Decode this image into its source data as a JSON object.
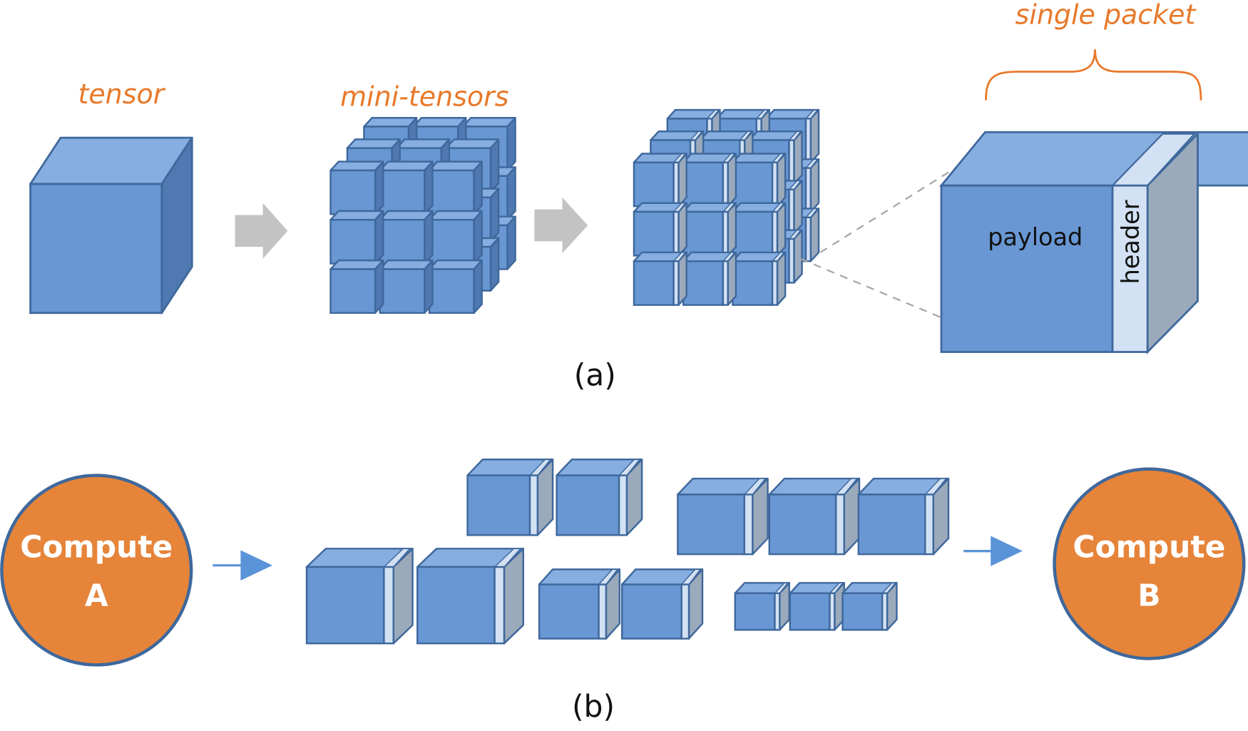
{
  "figure": {
    "panel_a": {
      "caption": "(a)",
      "labels": {
        "tensor": "tensor",
        "mini_tensors": "mini-tensors",
        "single_packet": "single packet"
      },
      "packet": {
        "payload_label": "payload",
        "header_label": "header"
      },
      "arrows": [
        "tensor-to-mini-tensors",
        "mini-tensors-to-packets"
      ]
    },
    "panel_b": {
      "caption": "(b)",
      "source_node": {
        "line1": "Compute",
        "line2": "A"
      },
      "target_node": {
        "line1": "Compute",
        "line2": "B"
      },
      "packet_groups": [
        {
          "name": "upper-left-pair",
          "count": 2
        },
        {
          "name": "upper-right-triple",
          "count": 3
        },
        {
          "name": "lower-large-pair",
          "count": 2
        },
        {
          "name": "lower-medium-pair",
          "count": 2
        },
        {
          "name": "lower-small-triple",
          "count": 3
        }
      ]
    }
  },
  "colors": {
    "cube_front": "#6897D3",
    "cube_top": "#86AEE0",
    "cube_side": "#4F79B0",
    "cube_stroke": "#3F689C",
    "header_strip": "#D2E1F3",
    "packet_side": "#9BAABB",
    "label_orange": "#E8792A",
    "node_fill": "#E6843A",
    "node_stroke": "#3F689C",
    "flow_arrow": "#5B93D8",
    "gray_arrow": "#C3C3C3",
    "dash_line": "#A6A6A6"
  }
}
